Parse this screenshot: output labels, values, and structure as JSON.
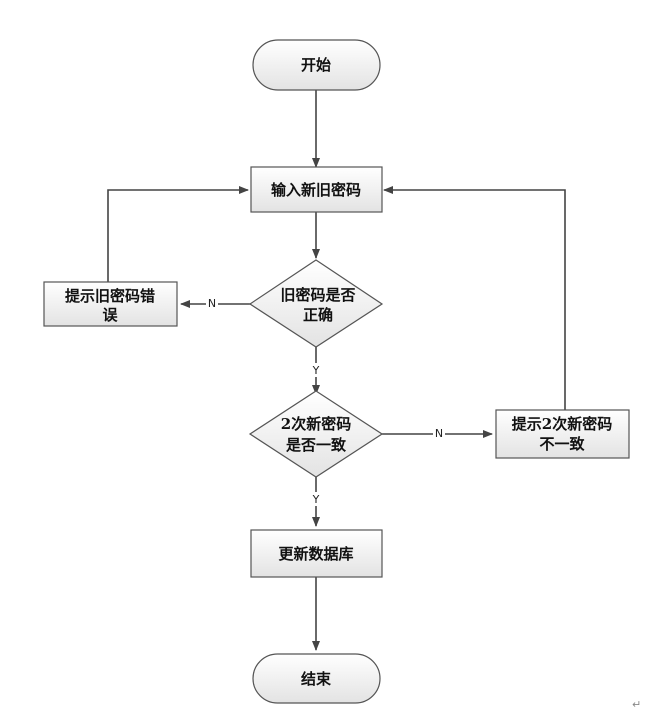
{
  "nodes": {
    "start": "开始",
    "input": "输入新旧密码",
    "check_old_1": "旧密码是否",
    "check_old_2": "正确",
    "old_error_1": "提示旧密码错",
    "old_error_2": "误",
    "check_new_1": "2次新密码",
    "check_new_2": "是否一致",
    "new_error_1": "提示2次新密码",
    "new_error_2": "不一致",
    "update": "更新数据库",
    "end": "结束"
  },
  "edges": {
    "old_no": "N",
    "old_yes": "Y",
    "new_no": "N",
    "new_yes": "Y"
  },
  "return_mark": "↵"
}
